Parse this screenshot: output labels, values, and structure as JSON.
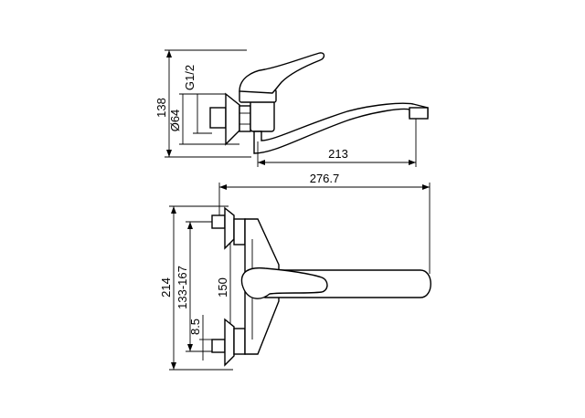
{
  "dimensions": {
    "height_total": "138",
    "thread": "G1/2",
    "flange_diameter": "Ø64",
    "spout_reach": "213",
    "overall_length": "276.7",
    "overall_height": "214",
    "center_range": "133-167",
    "center_nominal": "150",
    "offset": "8.5"
  }
}
